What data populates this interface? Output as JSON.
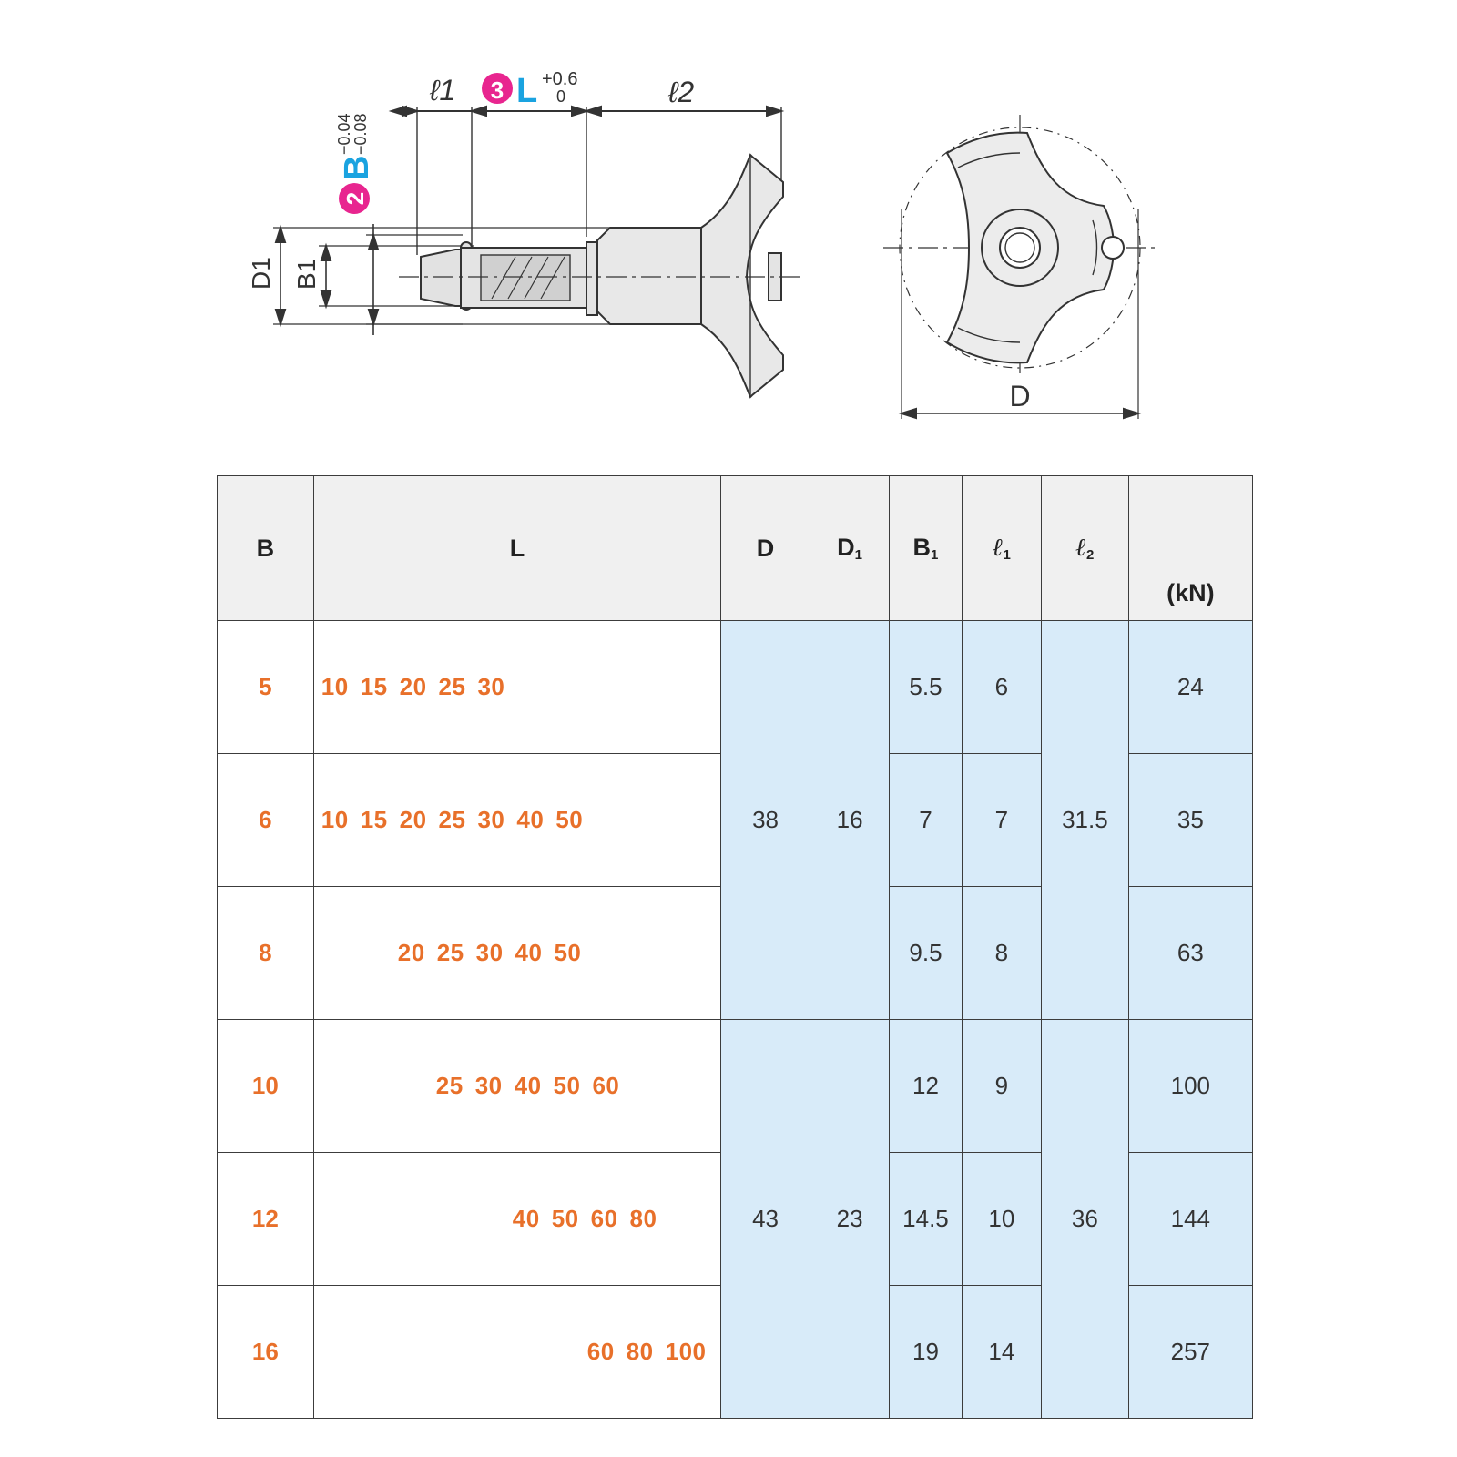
{
  "drawing": {
    "side_labels": {
      "l1": "ℓ1",
      "l2": "ℓ2",
      "b_callout_num": "2",
      "b_letter": "B",
      "b_tol_upper": "−0.04",
      "b_tol_lower": "−0.08",
      "l_callout_num": "3",
      "l_letter": "L",
      "l_tol_upper": "+0.6",
      "l_tol_lower": "0",
      "d1": "D1",
      "b1": "B1"
    },
    "end_labels": {
      "d": "D"
    },
    "colors": {
      "callout": "#e8258f",
      "letter": "#1aa3e0",
      "line": "#333333"
    }
  },
  "table": {
    "headers": {
      "b": "B",
      "l": "L",
      "d": "D",
      "d1_main": "D",
      "d1_sub": "1",
      "b1_main": "B",
      "b1_sub": "1",
      "l1_main": "ℓ",
      "l1_sub": "1",
      "l2_main": "ℓ",
      "l2_sub": "2",
      "load": "(kN)"
    },
    "rows": [
      {
        "b": "5",
        "l": [
          "10",
          "15",
          "20",
          "25",
          "30"
        ],
        "b1": "5.5",
        "l1": "6",
        "load": "24"
      },
      {
        "b": "6",
        "l": [
          "10",
          "15",
          "20",
          "25",
          "30",
          "40",
          "50"
        ],
        "b1": "7",
        "l1": "7",
        "load": "35"
      },
      {
        "b": "8",
        "l": [
          "20",
          "25",
          "30",
          "40",
          "50"
        ],
        "b1": "9.5",
        "l1": "8",
        "load": "63"
      },
      {
        "b": "10",
        "l": [
          "25",
          "30",
          "40",
          "50",
          "60"
        ],
        "b1": "12",
        "l1": "9",
        "load": "100"
      },
      {
        "b": "12",
        "l": [
          "40",
          "50",
          "60",
          "80"
        ],
        "b1": "14.5",
        "l1": "10",
        "load": "144"
      },
      {
        "b": "16",
        "l": [
          "60",
          "80",
          "100"
        ],
        "b1": "19",
        "l1": "14",
        "load": "257"
      }
    ],
    "groups": [
      {
        "d": "38",
        "d1": "16",
        "l2": "31.5"
      },
      {
        "d": "43",
        "d1": "23",
        "l2": "36"
      }
    ],
    "colors": {
      "orange": "#e8702a",
      "blue_fill": "#d8ebf9",
      "header_fill": "#f0f0f0"
    }
  }
}
